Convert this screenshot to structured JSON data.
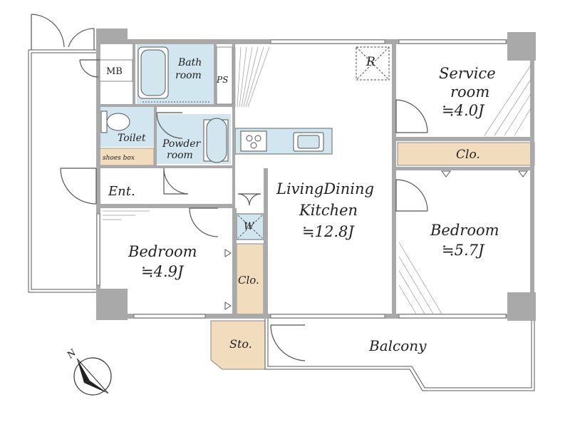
{
  "labels": {
    "mb": "MB",
    "bath_1": "Bath",
    "bath_2": "room",
    "ps": "PS",
    "r": "R",
    "service_1": "Service",
    "service_2": "room",
    "service_size": "≒4.0J",
    "toilet": "Toilet",
    "powder_1": "Powder",
    "powder_2": "room",
    "shoes_box": "shoes box",
    "clo_top": "Clo.",
    "ent": "Ent.",
    "ldk_1": "LivingDining",
    "ldk_2": "Kitchen",
    "ldk_size": "≒12.8J",
    "w": "W",
    "bedroom_right": "Bedroom",
    "bedroom_right_size": "≒5.7J",
    "bedroom_left": "Bedroom",
    "bedroom_left_size": "≒4.9J",
    "clo_mid": "Clo.",
    "sto": "Sto.",
    "balcony": "Balcony",
    "north": "N"
  },
  "colors": {
    "wet_area": "#d2e6f0",
    "storage": "#f2dcbe",
    "wall": "#a9a9a9",
    "text": "#222222"
  },
  "icons": [
    "compass-icon",
    "sink-icon",
    "stove-icon",
    "toilet-icon",
    "bathtub-icon",
    "washbasin-icon"
  ]
}
